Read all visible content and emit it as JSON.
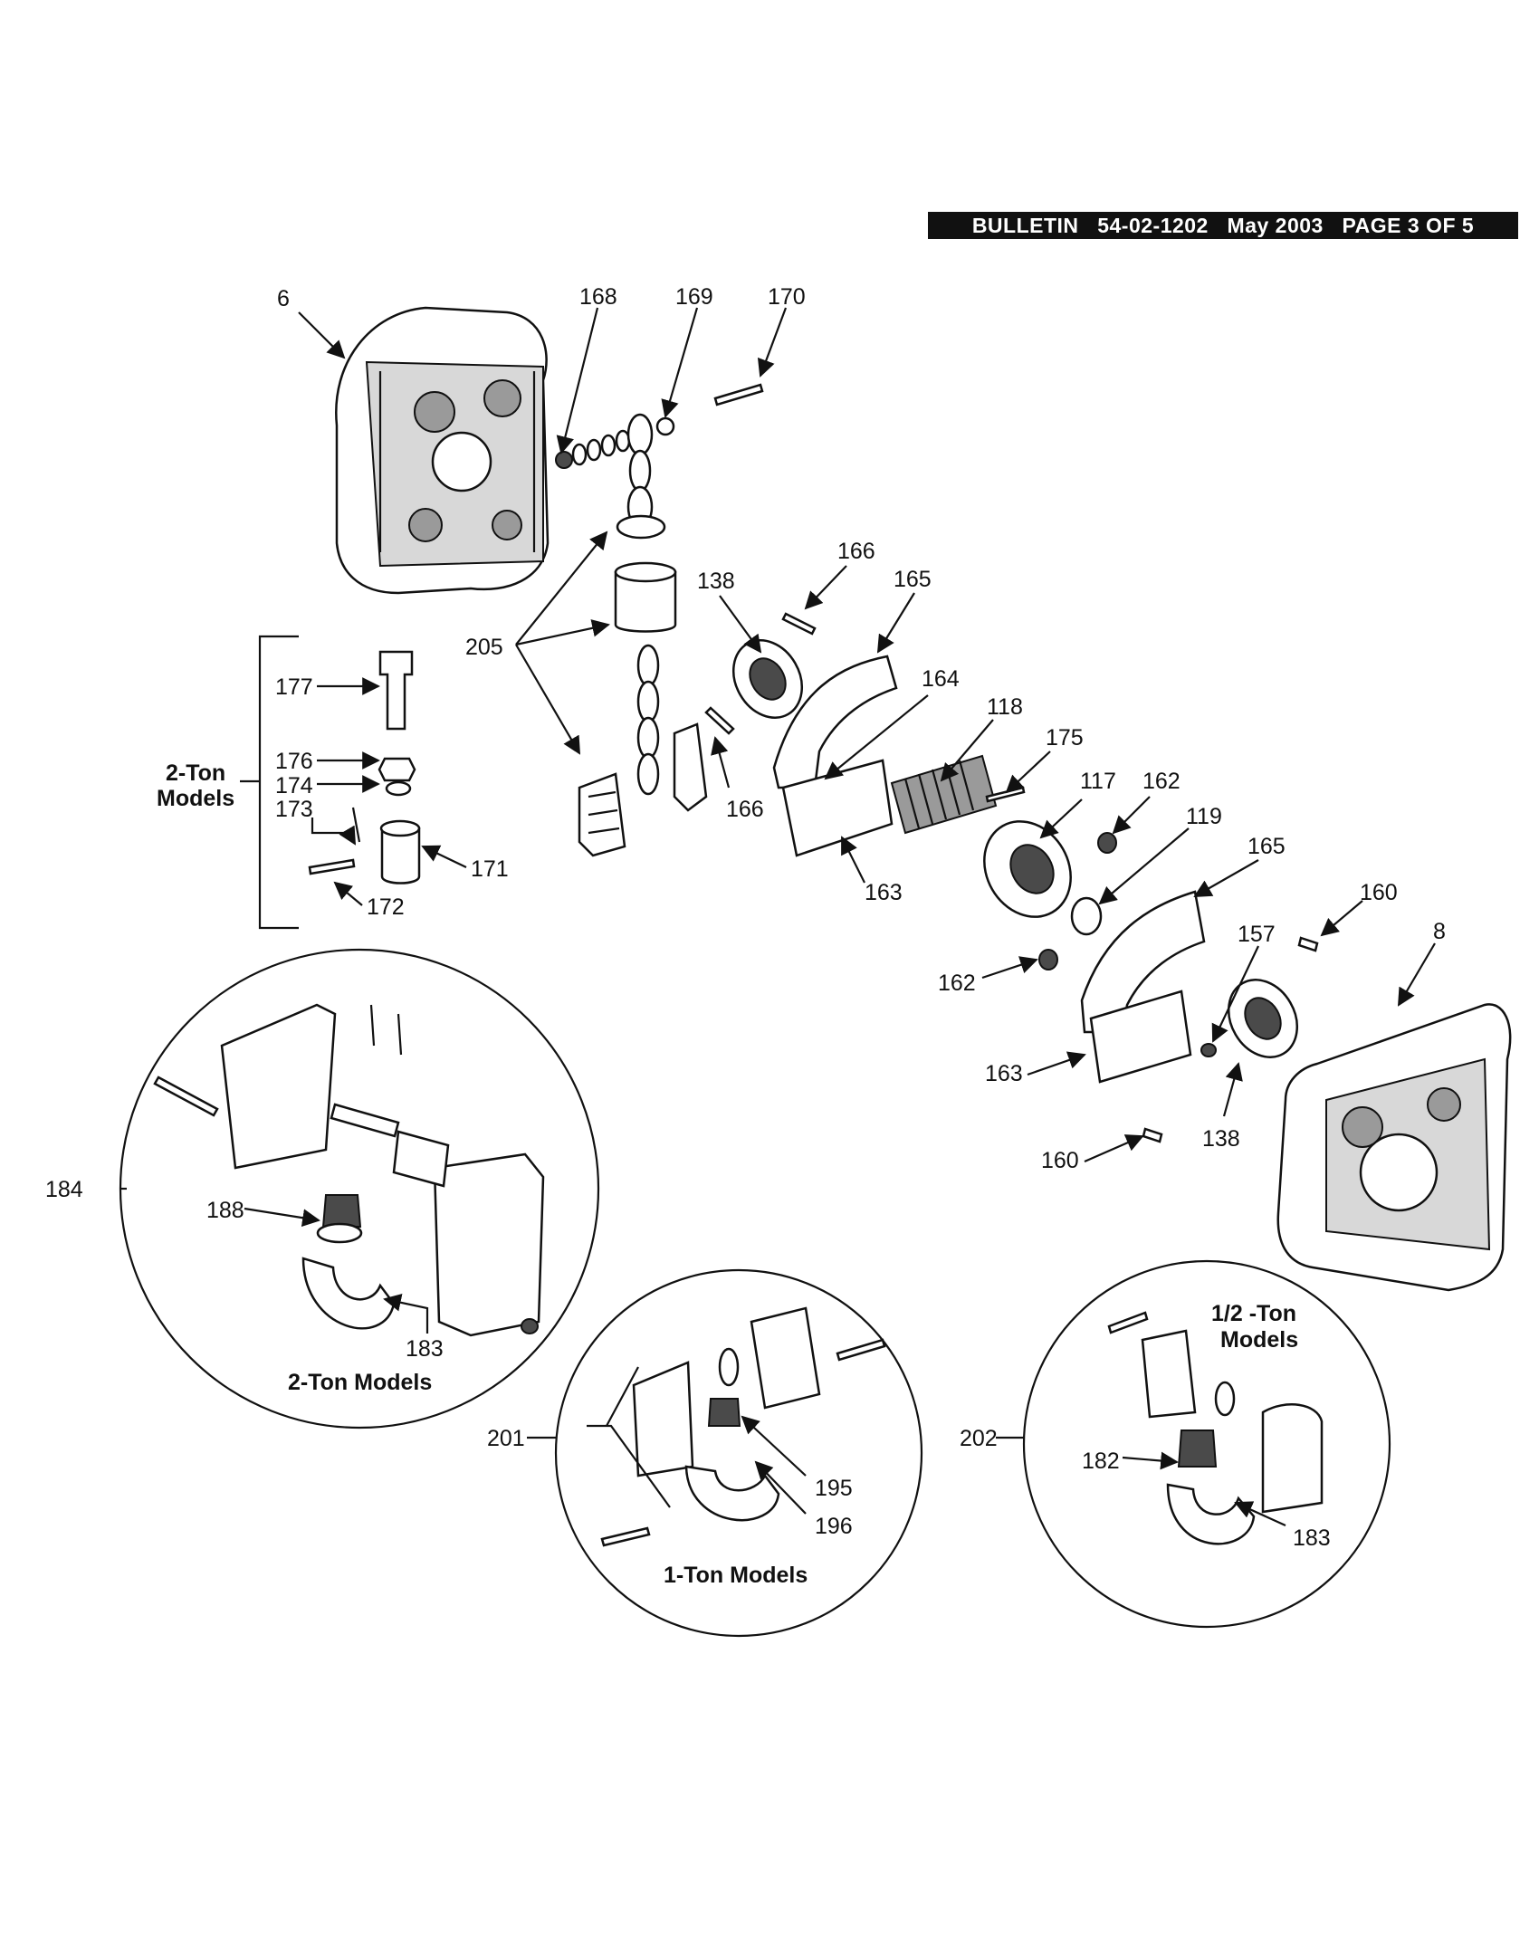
{
  "header": {
    "bulletin_label": "BULLETIN",
    "bulletin_number": "54-02-1202",
    "date": "May 2003",
    "page": "PAGE 3 OF 5"
  },
  "callouts": {
    "p6": "6",
    "p168": "168",
    "p169": "169",
    "p170": "170",
    "p166a": "166",
    "p165a": "165",
    "p138a": "138",
    "p205": "205",
    "p164": "164",
    "p118": "118",
    "p175": "175",
    "p166b": "166",
    "p117": "117",
    "p162a": "162",
    "p119": "119",
    "p165b": "165",
    "p163a": "163",
    "p162b": "162",
    "p160a": "160",
    "p8": "8",
    "p157": "157",
    "p163b": "163",
    "p138b": "138",
    "p160b": "160",
    "p177": "177",
    "p176": "176",
    "p174": "174",
    "p173": "173",
    "p171": "171",
    "p172": "172",
    "p184": "184",
    "p188": "188",
    "p183a": "183",
    "p201": "201",
    "p195": "195",
    "p196": "196",
    "p202": "202",
    "p182": "182",
    "p183b": "183"
  },
  "captions": {
    "two_ton_line1": "2-Ton",
    "two_ton_line2": "Models",
    "two_ton_circle": "2-Ton Models",
    "one_ton_circle": "1-Ton Models",
    "half_ton_line1": "1/2 -Ton",
    "half_ton_line2": "Models"
  }
}
